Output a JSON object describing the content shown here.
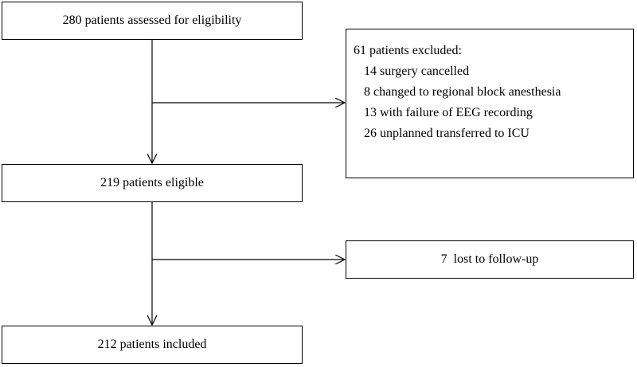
{
  "flow": {
    "assessed": "280 patients assessed for eligibility",
    "excluded": {
      "title": "61 patients excluded:",
      "reasons": [
        "14 surgery cancelled",
        "8 changed to regional block anesthesia",
        "13 with failure of EEG recording",
        "26 unplanned transferred to ICU"
      ]
    },
    "eligible": "219 patients eligible",
    "lost": "7  lost to follow-up",
    "included": "212 patients included"
  },
  "colors": {
    "line": "#000000",
    "background": "#ffffff"
  }
}
